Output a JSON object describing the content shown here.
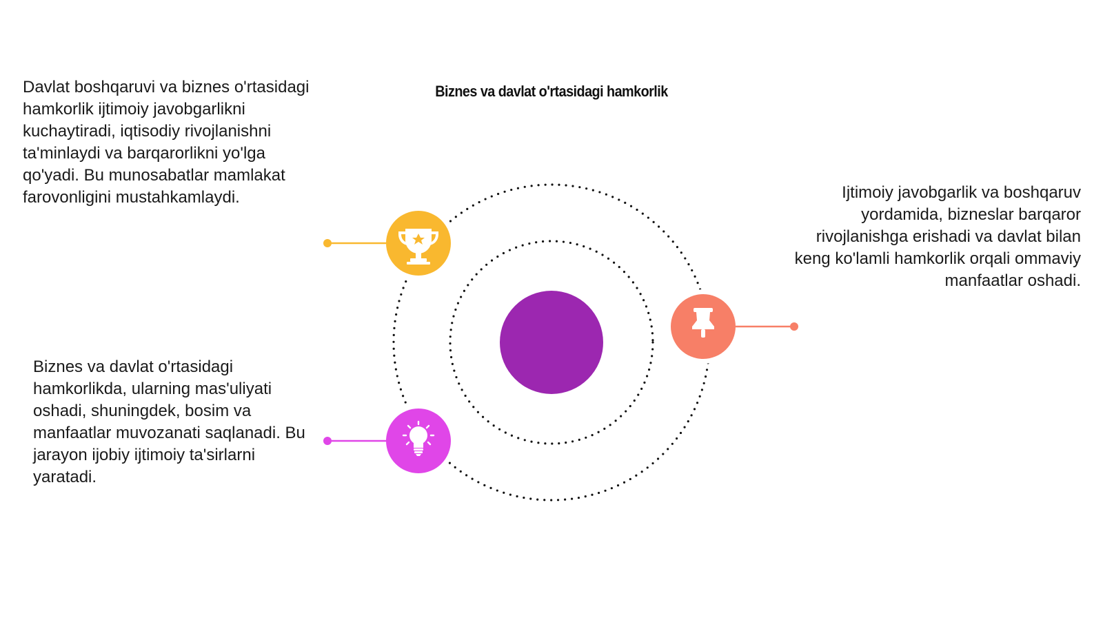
{
  "title": "Biznes va davlat o'rtasidagi hamkorlik",
  "colors": {
    "center": "#9C27B0",
    "yellow": "#F9B82F",
    "coral": "#F77F67",
    "pink": "#E046E8",
    "dots": "#111111"
  },
  "items": [
    {
      "icon": "trophy-icon",
      "color": "#F9B82F",
      "text": "Davlat boshqaruvi va biznes o'rtasidagi hamkorlik ijtimoiy javobgarlikni kuchaytiradi, iqtisodiy rivojlanishni ta'minlaydi va barqarorlikni yo'lga qo'yadi. Bu munosabatlar mamlakat farovonligini mustahkamlaydi."
    },
    {
      "icon": "pushpin-icon",
      "color": "#F77F67",
      "text": "Ijtimoiy javobgarlik va boshqaruv yordamida, bizneslar barqaror rivojlanishga erishadi va davlat bilan keng ko'lamli hamkorlik orqali ommaviy manfaatlar oshadi."
    },
    {
      "icon": "lightbulb-icon",
      "color": "#E046E8",
      "text": "Biznes va davlat o'rtasidagi hamkorlikda, ularning mas'uliyati oshadi, shuningdek, bosim va manfaatlar muvozanati saqlanadi. Bu jarayon ijobiy ijtimoiy ta'sirlarni yaratadi."
    }
  ]
}
